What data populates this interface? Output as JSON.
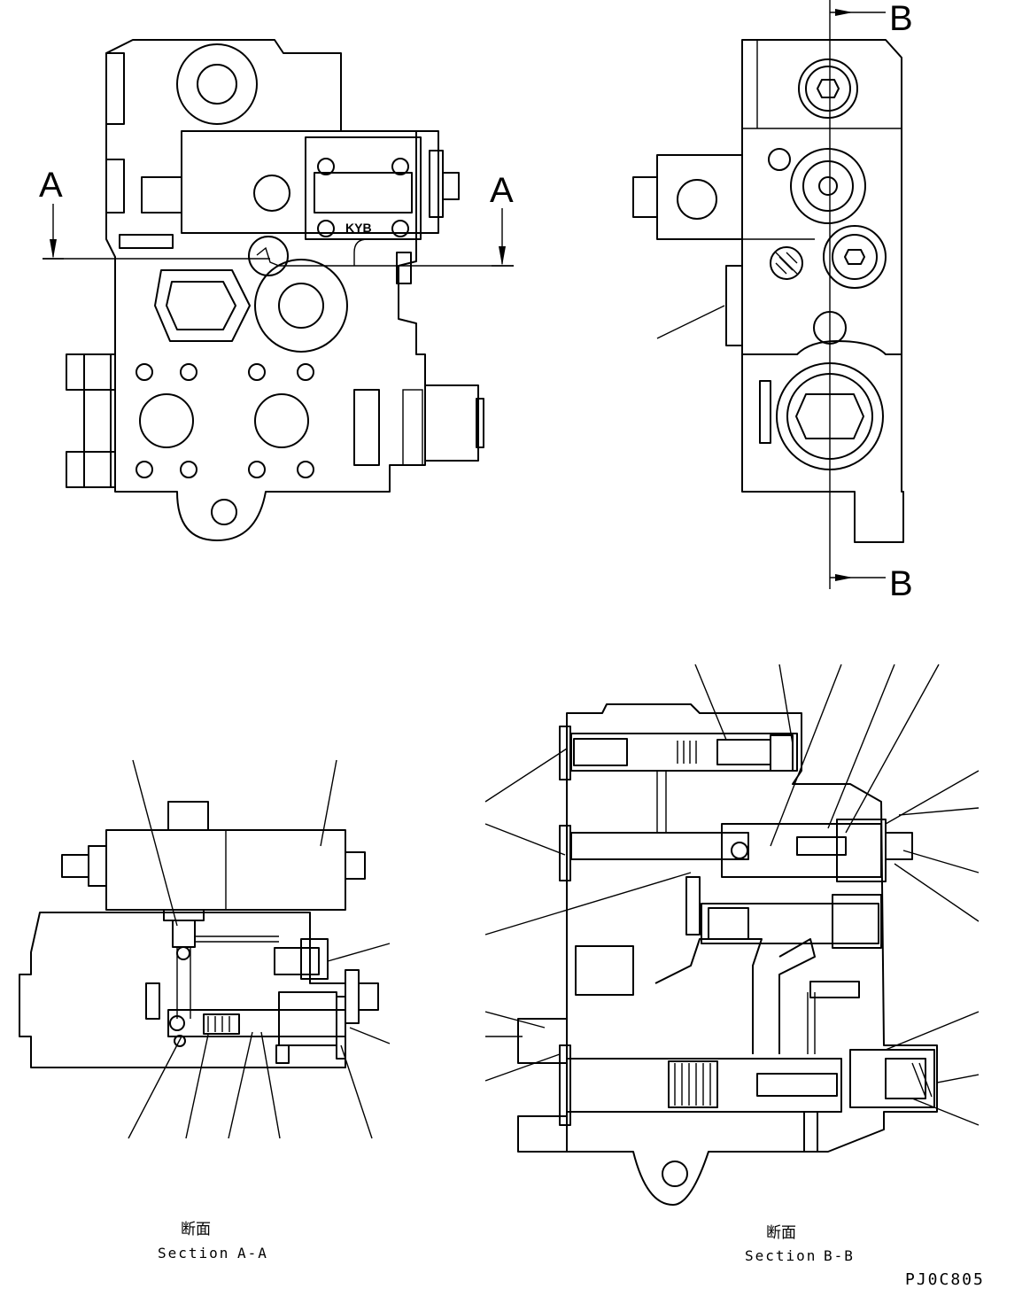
{
  "section_markers": {
    "a_left": "A",
    "a_right": "A",
    "b_top": "B",
    "b_bottom": "B"
  },
  "nameplate_text": "KYB",
  "captions": {
    "section_a": {
      "jp": "断面",
      "en": "Section",
      "id": "A-A"
    },
    "section_b": {
      "jp": "断面",
      "en": "Section",
      "id": "B-B"
    }
  },
  "drawing_code": "PJ0C805"
}
